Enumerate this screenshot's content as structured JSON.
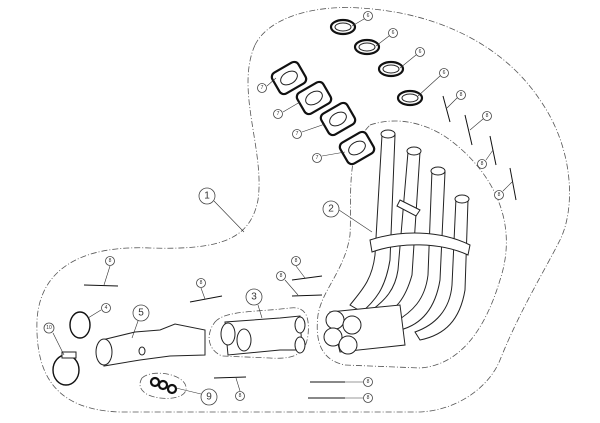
{
  "diagram": {
    "title": "Exhaust system exploded view",
    "callouts": {
      "c1": "1",
      "c2": "2",
      "c3": "3",
      "c4": "4",
      "c5": "5",
      "c6": "6",
      "c7": "7",
      "c8": "8",
      "c9": "9",
      "c10": "10"
    }
  }
}
